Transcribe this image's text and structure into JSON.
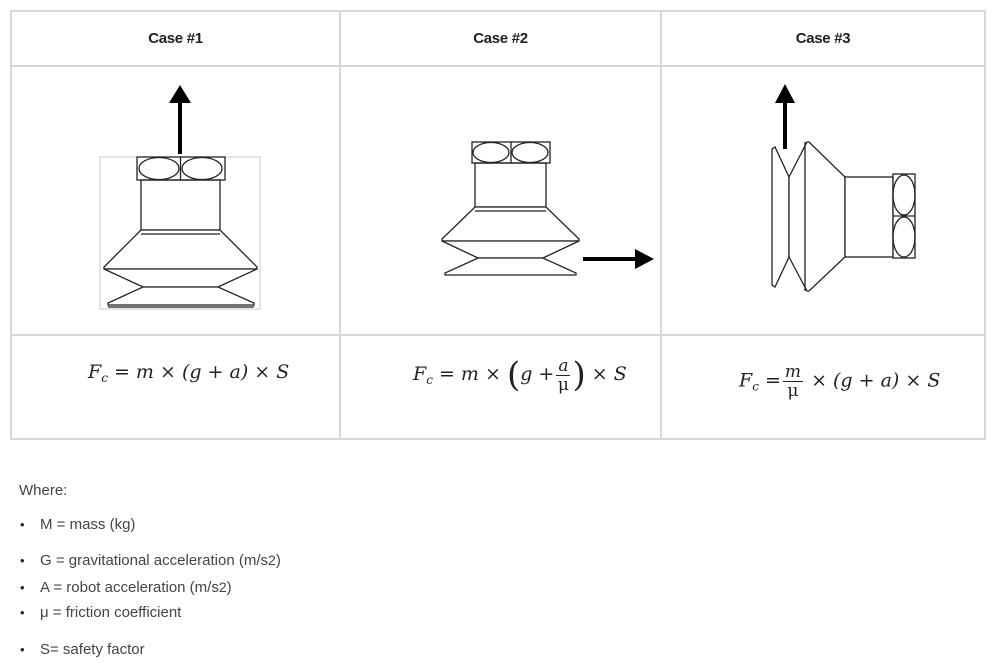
{
  "cases": [
    {
      "header": "Case #1",
      "force_direction": "up",
      "formula": {
        "lhs": "F",
        "lhs_sub": "c",
        "rhs": "= m × (g + a) × S"
      }
    },
    {
      "header": "Case #2",
      "force_direction": "right",
      "formula": {
        "lhs": "F",
        "lhs_sub": "c",
        "part1": "= m ×",
        "part2": "g +",
        "num": "a",
        "den": "μ",
        "part3": "× S"
      }
    },
    {
      "header": "Case #3",
      "force_direction": "up",
      "formula": {
        "lhs": "F",
        "lhs_sub": "c",
        "part1": "=",
        "num": "m",
        "den": "μ",
        "part2": "× (g + a) × S"
      }
    }
  ],
  "where_label": "Where:",
  "definitions": [
    {
      "text": "M = mass (kg)"
    },
    {
      "text": "G = gravitational acceleration (m/s",
      "sup": "2",
      "tail": ")"
    },
    {
      "text": "A = robot acceleration (m/s",
      "sup": "2",
      "tail": ")"
    },
    {
      "text": "μ = friction coefficient"
    },
    {
      "text": "S= safety factor"
    }
  ]
}
